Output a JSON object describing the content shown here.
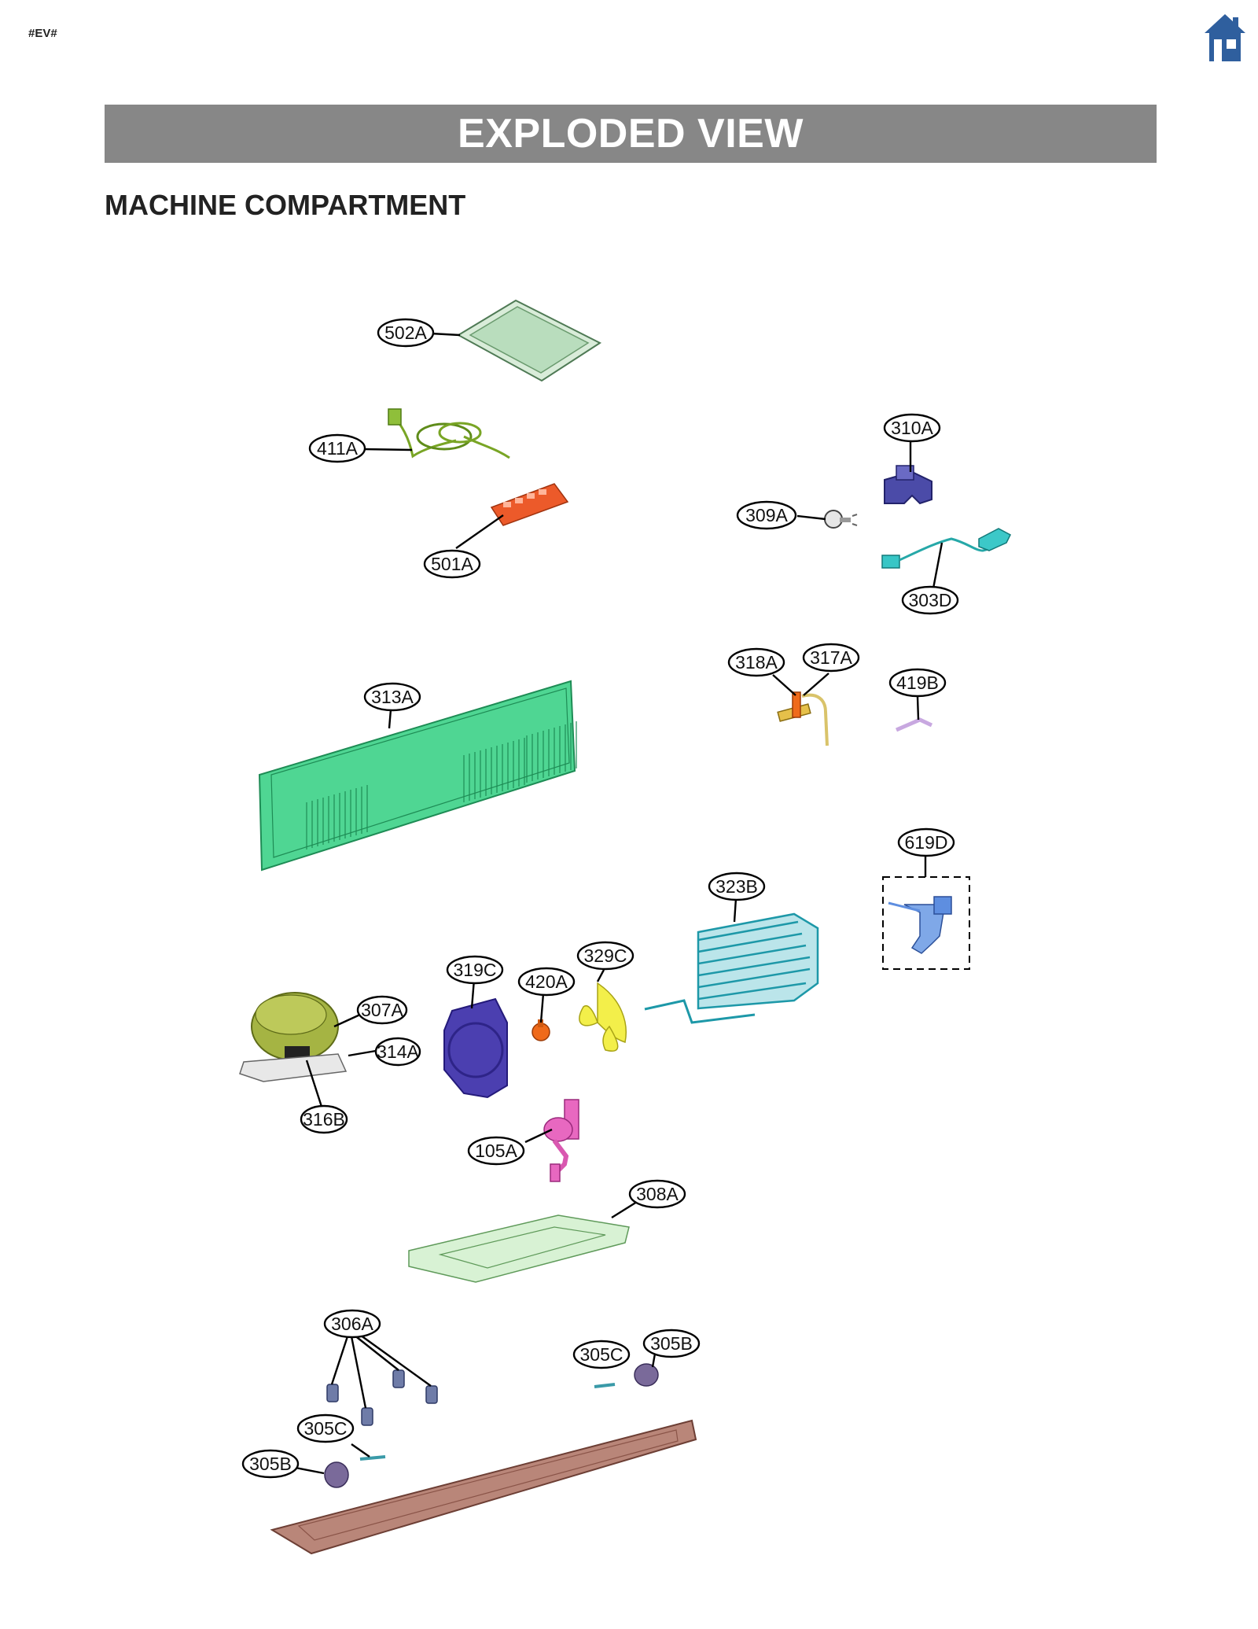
{
  "header": {
    "tag": "#EV#",
    "home_icon": "home-icon",
    "title": "EXPLODED VIEW",
    "subtitle": "MACHINE COMPARTMENT"
  },
  "colors": {
    "banner": "#878787",
    "home_icon": "#2f5f9e"
  },
  "parts": {
    "p502A": "502A",
    "p411A": "411A",
    "p501A": "501A",
    "p310A": "310A",
    "p309A": "309A",
    "p303D": "303D",
    "p318A": "318A",
    "p317A": "317A",
    "p419B": "419B",
    "p313A": "313A",
    "p619D": "619D",
    "p323B": "323B",
    "p319C": "319C",
    "p420A": "420A",
    "p329C": "329C",
    "p307A": "307A",
    "p314A": "314A",
    "p316B": "316B",
    "p105A": "105A",
    "p308A": "308A",
    "p306A": "306A",
    "p305C_r": "305C",
    "p305B_r": "305B",
    "p305C_l": "305C",
    "p305B_l": "305B"
  }
}
